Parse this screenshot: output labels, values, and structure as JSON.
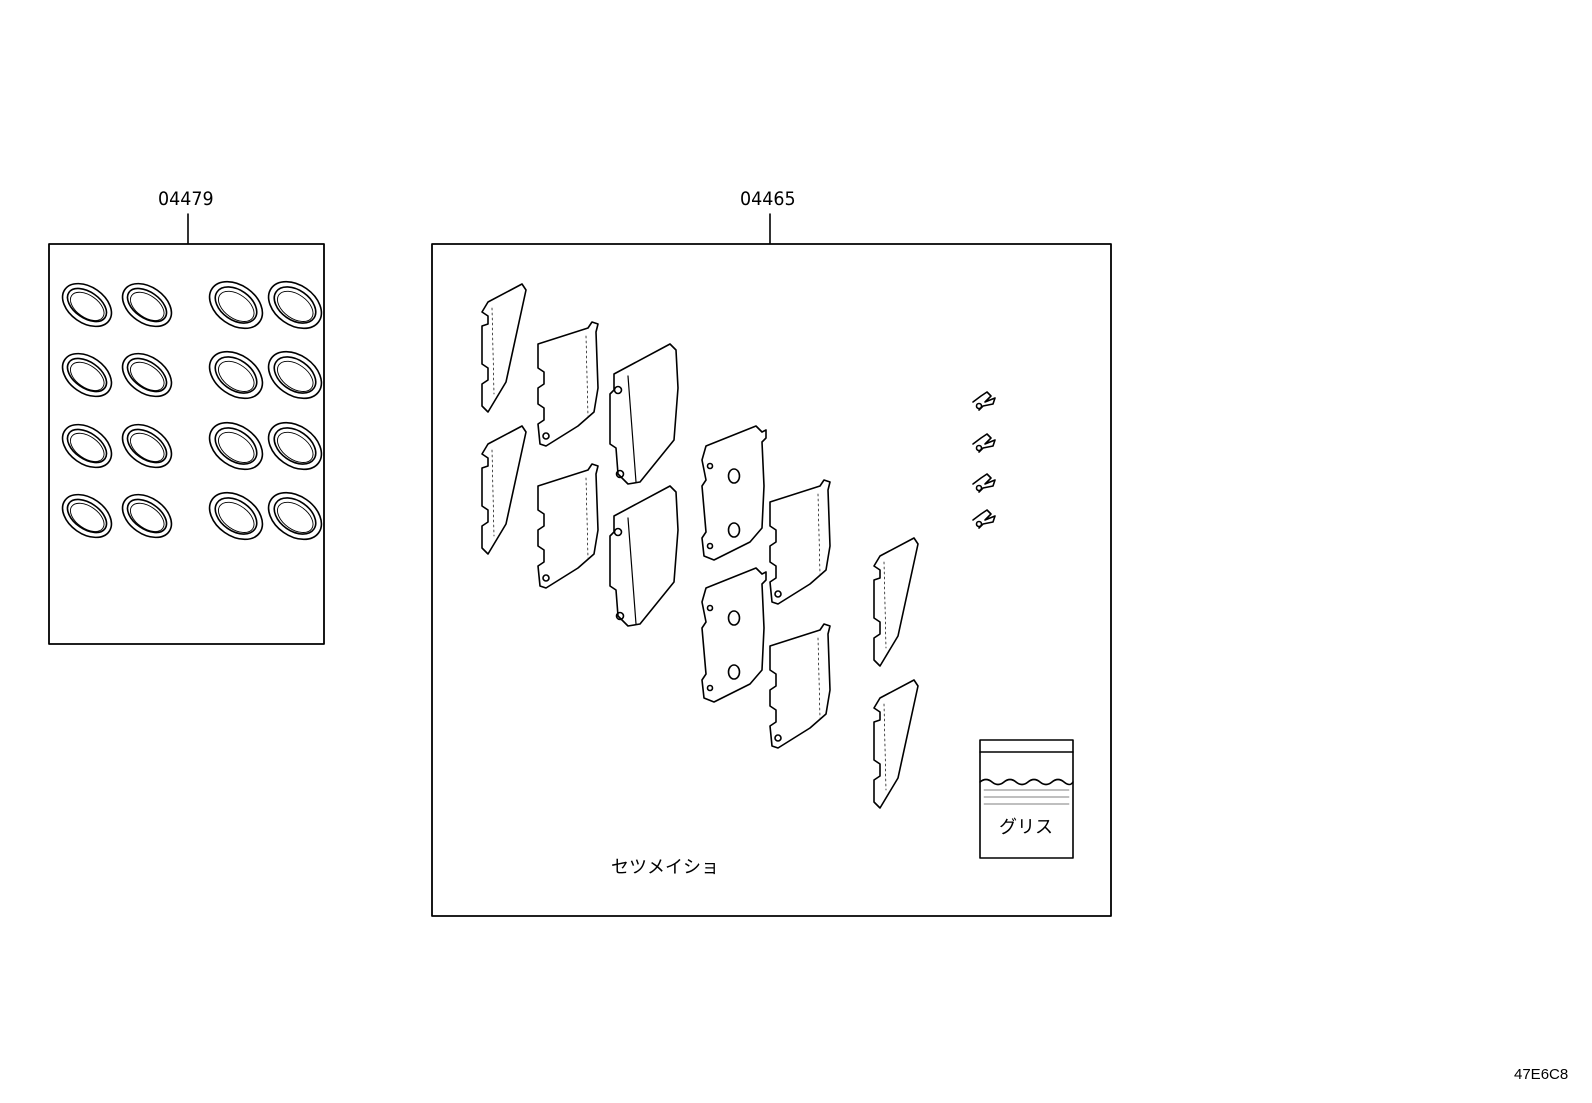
{
  "kits": [
    {
      "part_number": "04479"
    },
    {
      "part_number": "04465"
    }
  ],
  "labels": {
    "grease": "グリス",
    "instructions": "セツメイショ"
  },
  "diagram_code": "47E6C8"
}
